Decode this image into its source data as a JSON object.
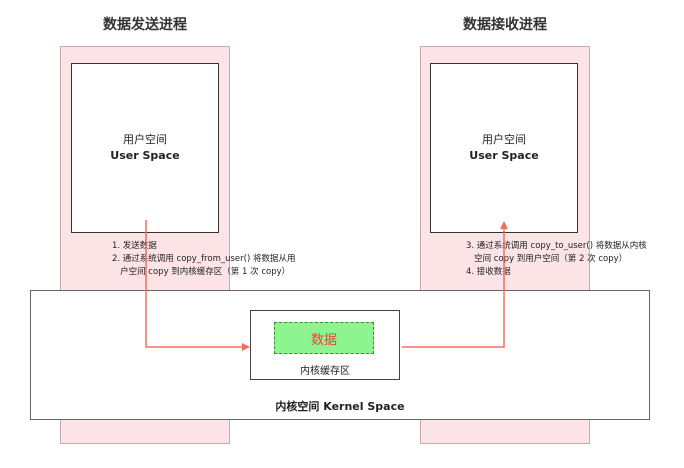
{
  "sender": {
    "title": "数据发送进程",
    "user_space_cn": "用户空间",
    "user_space_en": "User Space"
  },
  "receiver": {
    "title": "数据接收进程",
    "user_space_cn": "用户空间",
    "user_space_en": "User Space"
  },
  "kernel": {
    "label": "内核空间 Kernel Space",
    "buffer_label": "内核缓存区",
    "data_label": "数据"
  },
  "notes_left": [
    "1. 发送数据",
    "2. 通过系统调用 copy_from_user() 将数据从用",
    "   户空间 copy 到内核缓存区（第 1 次 copy）"
  ],
  "notes_right": [
    "3. 通过系统调用 copy_to_user() 将数据从内核",
    "   空间 copy 到用户空间（第 2 次 copy）",
    "4. 接收数据"
  ],
  "colors": {
    "arrow": "#f0705f",
    "process_bg": "#fbe3e6",
    "data_bg": "#8ef48f",
    "data_text": "#e8473a"
  }
}
